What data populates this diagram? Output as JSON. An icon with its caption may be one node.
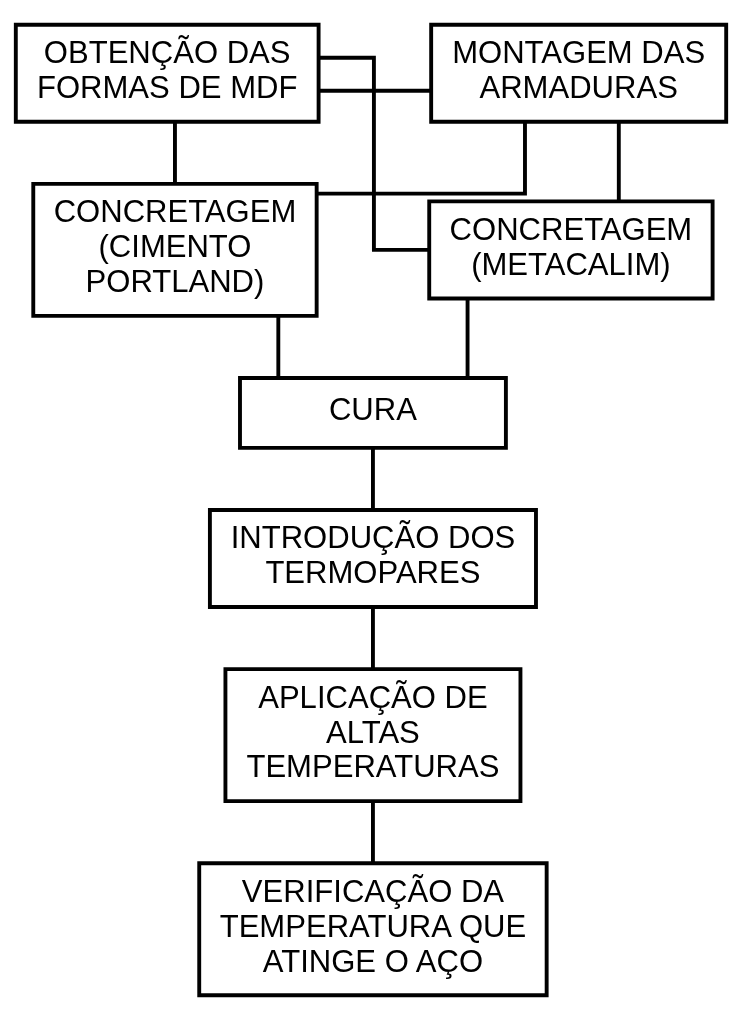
{
  "diagram": {
    "nodes": [
      {
        "text": [
          "OBTENÇÃO DAS FORMAS DE MDF"
        ]
      },
      {
        "text": [
          "MONTAGEM DAS ARMADURAS"
        ]
      },
      {
        "text": [
          "CONCRETAGEM (CIMENTO PORTLAND)"
        ]
      },
      {
        "text": [
          "CONCRETAGEM (METACALIM)"
        ]
      },
      {
        "text": [
          "CURA"
        ]
      },
      {
        "text": [
          "INTRODUÇÃO DOS TERMOPARES"
        ]
      },
      {
        "text": [
          "APLICAÇÃO DE ALTAS TEMPERATURAS"
        ]
      },
      {
        "text": [
          "VERIFICAÇÃO DA TEMPERATURA QUE ATINGE O AÇO"
        ]
      }
    ],
    "edges": [
      {
        "from": 0,
        "to": 1,
        "arrow": "none"
      },
      {
        "from": 0,
        "to": 2,
        "arrow": "none"
      },
      {
        "from": 0,
        "to": 3,
        "arrow": "none"
      },
      {
        "from": 1,
        "to": 2,
        "arrow": "none"
      },
      {
        "from": 1,
        "to": 3,
        "arrow": "none"
      },
      {
        "from": 2,
        "to": 4,
        "arrow": "none"
      },
      {
        "from": 3,
        "to": 4,
        "arrow": "none"
      },
      {
        "from": 4,
        "to": 5,
        "arrow": "none"
      },
      {
        "from": 5,
        "to": 6,
        "arrow": "none"
      },
      {
        "from": 6,
        "to": 7,
        "arrow": "none"
      }
    ]
  }
}
